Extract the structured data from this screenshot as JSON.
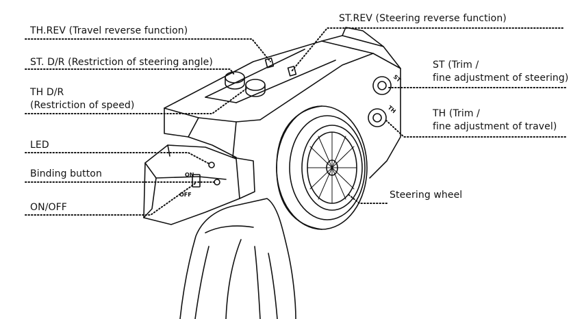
{
  "labels": {
    "th_rev": "TH.REV (Travel reverse function)",
    "st_dr": "ST. D/R (Restriction of steering angle)",
    "th_dr_1": "TH D/R",
    "th_dr_2": "(Restriction of speed)",
    "led": "LED",
    "binding": "Binding button",
    "on_off": "ON/OFF",
    "st_rev": "ST.REV (Steering reverse function)",
    "st_trim_1": "ST (Trim /",
    "st_trim_2": "fine adjustment of steering)",
    "th_trim_1": "TH (Trim /",
    "th_trim_2": "fine adjustment of travel)",
    "steering_wheel": "Steering wheel"
  },
  "device_markings": {
    "switch_on": "ON",
    "switch_off": "OFF",
    "knob_st": "ST",
    "knob_th": "TH"
  },
  "colors": {
    "ink": "#111111",
    "background": "#ffffff"
  }
}
